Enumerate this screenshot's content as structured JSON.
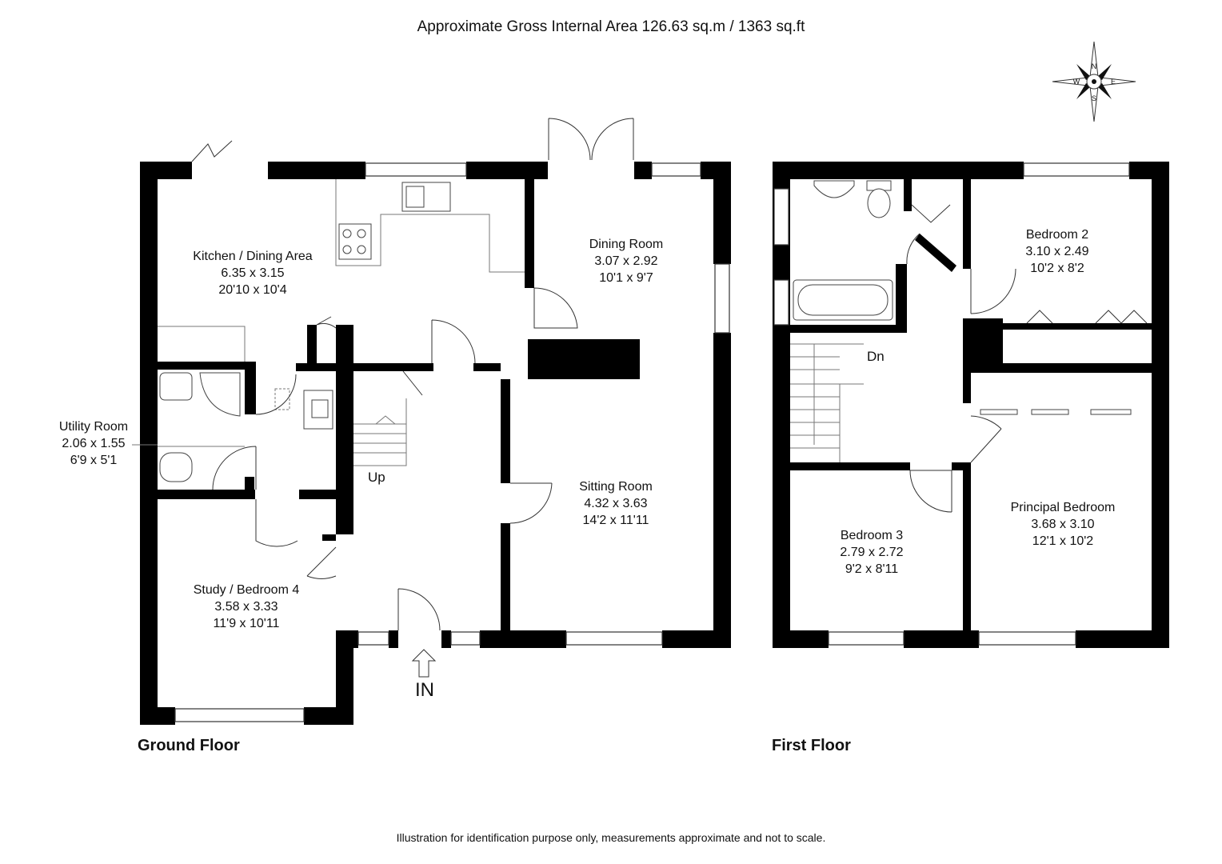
{
  "header": {
    "title": "Approximate Gross Internal Area 126.63 sq.m / 1363 sq.ft"
  },
  "compass": {
    "n": "N",
    "s": "S",
    "e": "E",
    "w": "W"
  },
  "ground_floor": {
    "label": "Ground Floor",
    "entrance_label": "IN",
    "stairs_label": "Up",
    "rooms": {
      "kitchen": {
        "name": "Kitchen / Dining Area",
        "metric": "6.35 x 3.15",
        "imperial": "20'10 x 10'4"
      },
      "dining": {
        "name": "Dining Room",
        "metric": "3.07 x 2.92",
        "imperial": "10'1 x 9'7"
      },
      "sitting": {
        "name": "Sitting Room",
        "metric": "4.32 x 3.63",
        "imperial": "14'2 x 11'11"
      },
      "utility": {
        "name": "Utility Room",
        "metric": "2.06 x 1.55",
        "imperial": "6'9 x 5'1"
      },
      "study": {
        "name": "Study / Bedroom 4",
        "metric": "3.58 x 3.33",
        "imperial": "11'9 x 10'11"
      }
    }
  },
  "first_floor": {
    "label": "First Floor",
    "stairs_label": "Dn",
    "rooms": {
      "bedroom2": {
        "name": "Bedroom 2",
        "metric": "3.10 x 2.49",
        "imperial": "10'2 x 8'2"
      },
      "bedroom3": {
        "name": "Bedroom 3",
        "metric": "2.79 x 2.72",
        "imperial": "9'2 x 8'11"
      },
      "principal": {
        "name": "Principal Bedroom",
        "metric": "3.68 x 3.10",
        "imperial": "12'1 x 10'2"
      }
    }
  },
  "footer": {
    "disclaimer": "Illustration for identification purpose only, measurements approximate and not to scale."
  }
}
